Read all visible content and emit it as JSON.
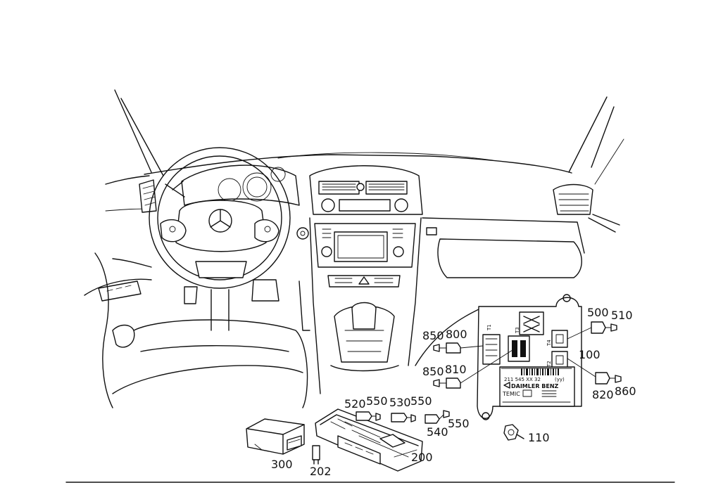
{
  "callouts": {
    "c500": "500",
    "c510": "510",
    "c100": "100",
    "c850a": "850",
    "c800": "800",
    "c850b": "850",
    "c810": "810",
    "c820": "820",
    "c860": "860",
    "c520": "520",
    "c550a": "550",
    "c530": "530",
    "c550b": "550",
    "c540": "540",
    "c550c": "550",
    "c110": "110",
    "c300": "300",
    "c202": "202",
    "c200": "200"
  },
  "module_label": {
    "part_number": "211 545 XX 32",
    "code": "(yy)",
    "brand": "DAIMLER BENZ",
    "maker": "TEMIC"
  },
  "connector_labels": {
    "t1": "T1",
    "t2": "T2",
    "t3": "T3",
    "t4": "T4"
  }
}
